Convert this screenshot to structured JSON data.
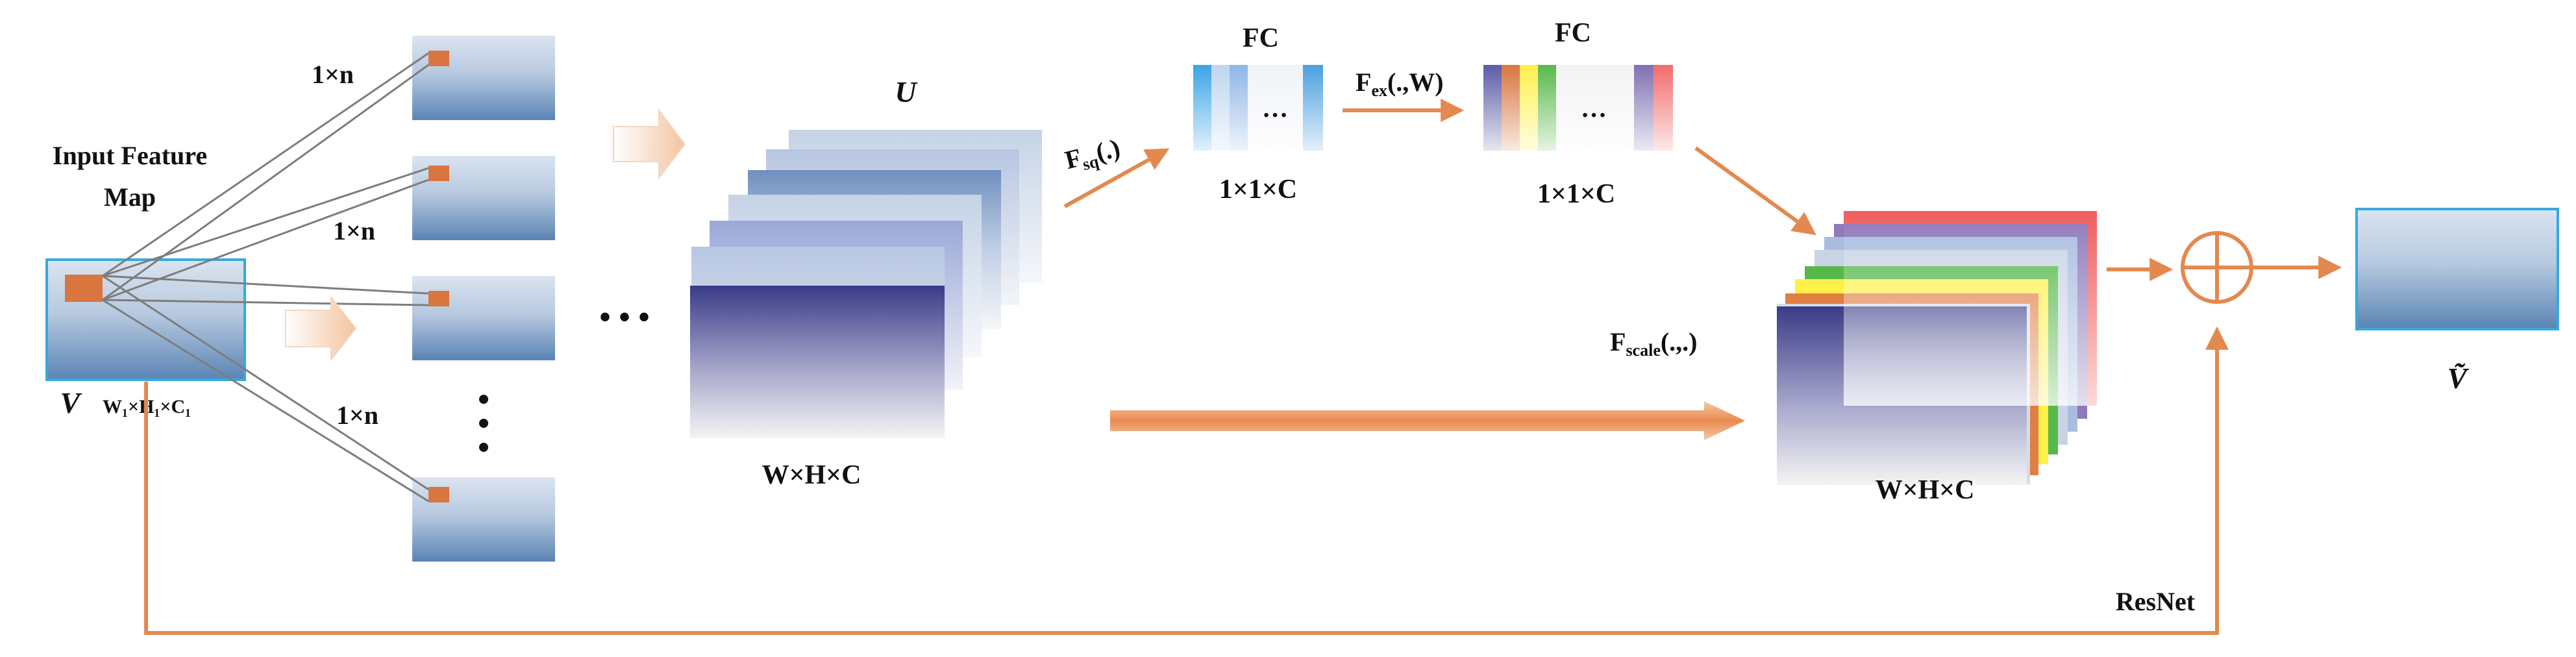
{
  "labels": {
    "input_title_line1": "Input Feature",
    "input_title_line2": "Map",
    "v_symbol": "V",
    "v_dims": "W₁×H₁×C₁",
    "kernel_1": "1×n",
    "kernel_2": "1×n",
    "kernel_3": "1×n",
    "ellipsis_h": "• • •",
    "u_symbol": "U",
    "u_dims": "W×H×C",
    "fsq": "F",
    "fsq_sub": "sq",
    "fsq_args": "(.)",
    "fc1_title": "FC",
    "fc1_dims": "1×1×C",
    "fc_dots": "…",
    "fex": "F",
    "fex_sub": "ex",
    "fex_args": "(.,W)",
    "fc2_title": "FC",
    "fc2_dims": "1×1×C",
    "fscale": "F",
    "fscale_sub": "scale",
    "fscale_args": "(.,.)",
    "out_dims": "W×H×C",
    "resnet": "ResNet",
    "vtilde_symbol": "Ṽ"
  },
  "colors": {
    "arrow": "#e3894f",
    "arrow_light": "#f5cfae",
    "connector": "#7d7d7d",
    "kernel": "#d9753f",
    "highlight_border": "#36a9df",
    "fc2_bands": [
      "#7f7fb2",
      "#d9753f",
      "#fff266",
      "#5cb84e",
      "#ffffff",
      "#ffffff",
      "#ffffff",
      "#ffffff",
      "#8d7ab5",
      "#f26b6b"
    ],
    "output_stack": [
      "#f15e5e",
      "#8f79b9",
      "#a9bde0",
      "#57b84a",
      "#fff04a",
      "#e07f44"
    ]
  }
}
